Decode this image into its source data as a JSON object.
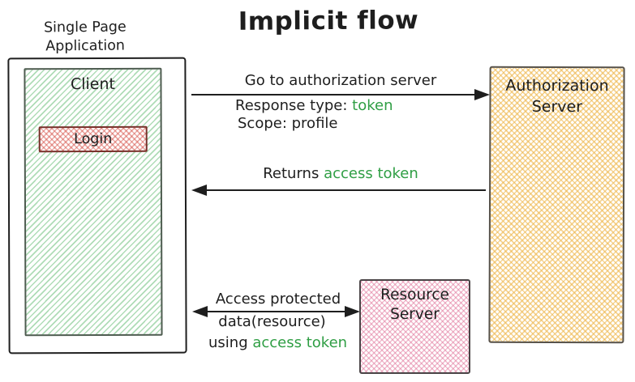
{
  "title": "Implicit flow",
  "colors": {
    "ink": "#1e1e1e",
    "green_text": "#2f9e44",
    "green_hatch": "rgba(96,186,112,0.5)",
    "red_hatch": "rgba(211,70,60,0.45)",
    "yellow_hatch": "rgba(238,183,77,0.6)",
    "pink_hatch": "rgba(222,106,146,0.45)"
  },
  "spa": {
    "label_line1": "Single Page",
    "label_line2": "Application",
    "client_label": "Client",
    "login_label": "Login"
  },
  "auth_server": {
    "line1": "Authorization",
    "line2": "Server"
  },
  "resource_server": {
    "line1": "Resource",
    "line2": "Server"
  },
  "arrows": {
    "go_to_auth": {
      "label": "Go to authorization server",
      "detail1_black": "Response type: ",
      "detail1_green": "token",
      "detail2": "Scope: profile"
    },
    "returns_token": {
      "label_black": "Returns ",
      "label_green": "access token"
    },
    "access_resource": {
      "line1": "Access protected",
      "line2": "data(resource)",
      "line3_black": "using ",
      "line3_green": "access token"
    }
  }
}
